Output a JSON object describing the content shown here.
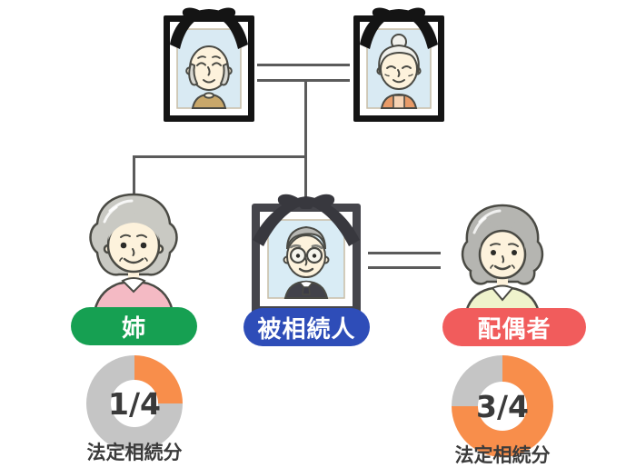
{
  "labels": {
    "sister": "姉",
    "decedent": "被相続人",
    "spouse": "配偶者"
  },
  "label_colors": {
    "sister": "#16a052",
    "decedent": "#2e4db8",
    "spouse": "#f15c5c"
  },
  "figures": {
    "father": "memorial-portrait-elderly-man",
    "mother": "memorial-portrait-elderly-woman",
    "decedent": "memorial-portrait-elderly-man-glasses",
    "sister": "elderly-woman-pink-top",
    "spouse": "elderly-woman-green-top"
  },
  "chart_data": [
    {
      "type": "pie",
      "donut": true,
      "person": "姉",
      "center_label": "1/4",
      "caption": "法定相続分",
      "slices": [
        {
          "fraction": 0.25,
          "color": "#f88e4b"
        },
        {
          "fraction": 0.75,
          "color": "#c5c5c5"
        }
      ]
    },
    {
      "type": "pie",
      "donut": true,
      "person": "配偶者",
      "center_label": "3/4",
      "caption": "法定相続分",
      "slices": [
        {
          "fraction": 0.75,
          "color": "#f88e4b"
        },
        {
          "fraction": 0.25,
          "color": "#c5c5c5"
        }
      ]
    }
  ]
}
